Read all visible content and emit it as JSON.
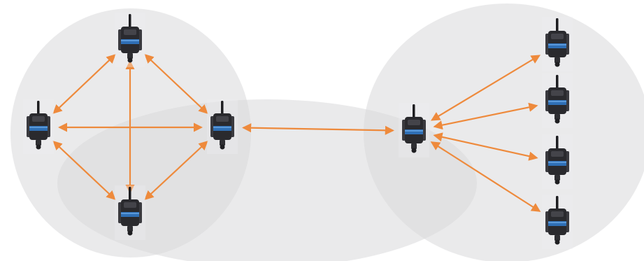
{
  "colors": {
    "arrow": "#ee8a3c",
    "zone_fill": "#d9d9db",
    "device_body": "#2a2a2e",
    "device_band": "#2f6fb5"
  },
  "icons": {
    "device": "wireless-sensor-node-icon",
    "link": "bidirectional-arrow"
  },
  "zones": [
    {
      "id": "mesh-zone-left"
    },
    {
      "id": "bridge-zone-middle"
    },
    {
      "id": "star-zone-right"
    }
  ],
  "nodes": [
    {
      "id": "mesh-top"
    },
    {
      "id": "mesh-left"
    },
    {
      "id": "mesh-right"
    },
    {
      "id": "mesh-bottom"
    },
    {
      "id": "star-hub"
    },
    {
      "id": "star-leaf-1"
    },
    {
      "id": "star-leaf-2"
    },
    {
      "id": "star-leaf-3"
    },
    {
      "id": "star-leaf-4"
    }
  ],
  "links": [
    {
      "from": "mesh-left",
      "to": "mesh-top"
    },
    {
      "from": "mesh-top",
      "to": "mesh-right"
    },
    {
      "from": "mesh-top",
      "to": "mesh-bottom"
    },
    {
      "from": "mesh-left",
      "to": "mesh-right"
    },
    {
      "from": "mesh-left",
      "to": "mesh-bottom"
    },
    {
      "from": "mesh-right",
      "to": "mesh-bottom"
    },
    {
      "from": "mesh-right",
      "to": "star-hub"
    },
    {
      "from": "star-hub",
      "to": "star-leaf-1"
    },
    {
      "from": "star-hub",
      "to": "star-leaf-2"
    },
    {
      "from": "star-hub",
      "to": "star-leaf-3"
    },
    {
      "from": "star-hub",
      "to": "star-leaf-4"
    }
  ]
}
